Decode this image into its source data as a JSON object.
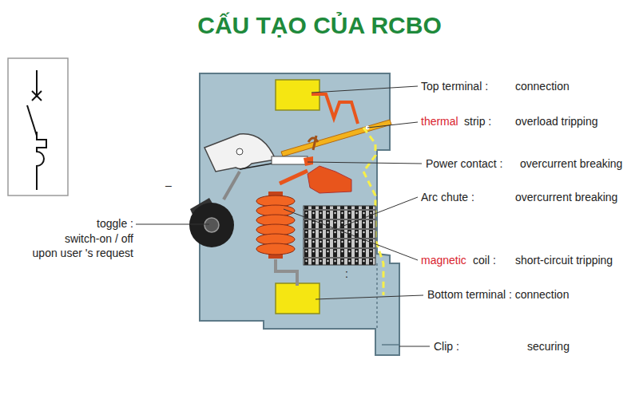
{
  "diagram": {
    "title": "CẤU TẠO CỦA RCBO",
    "labels": [
      "Top terminal :",
      "connection",
      "thermal",
      "strip :",
      "overload tripping",
      "Power contact :",
      "overcurrent breaking",
      "Arc chute :",
      "overcurrent breaking",
      "magnetic",
      "coil :",
      "short-circuit tripping",
      "Bottom terminal : connection",
      "Clip :",
      "securing",
      "toggle :",
      "switch-on / off",
      "upon user 's request",
      "–",
      ":"
    ]
  }
}
